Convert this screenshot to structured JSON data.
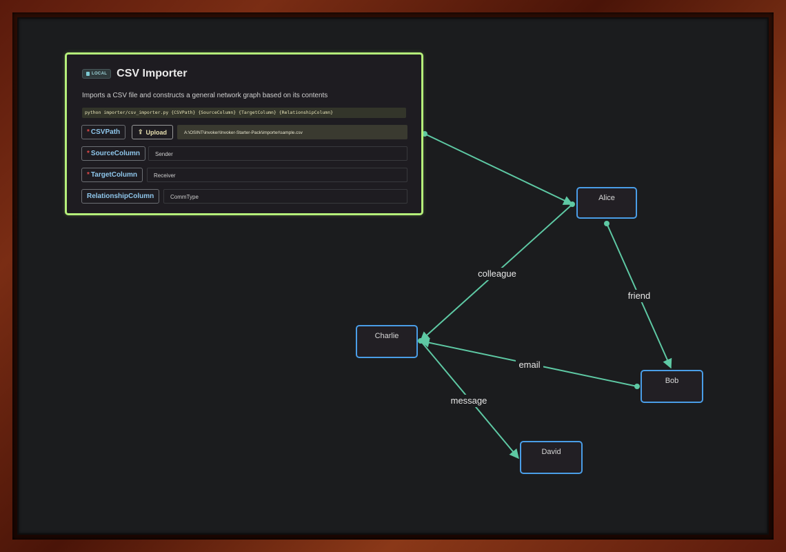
{
  "panel": {
    "badge": "LOCAL",
    "title": "CSV Importer",
    "description": "Imports a CSV file and constructs a general network graph based on its contents",
    "command": "python importer/csv_importer.py {CSVPath} {SourceColumn} {TargetColumn} {RelationshipColumn}",
    "upload_label": "Upload",
    "upload_icon": "upload-icon",
    "params": [
      {
        "label": "CSVPath",
        "required": "*",
        "value": "A:\\OSINT\\invoker\\Invoker-Starter-Pack\\importer\\sample.csv"
      },
      {
        "label": "SourceColumn",
        "required": "*",
        "value": "Sender"
      },
      {
        "label": "TargetColumn",
        "required": "*",
        "value": "Receiver"
      },
      {
        "label": "RelationshipColumn",
        "required": "",
        "value": "CommType"
      }
    ]
  },
  "graph": {
    "nodes": [
      "Alice",
      "Charlie",
      "Bob",
      "David"
    ],
    "edges": [
      {
        "from": "Alice",
        "to": "Charlie",
        "label": "colleague"
      },
      {
        "from": "Alice",
        "to": "Bob",
        "label": "friend"
      },
      {
        "from": "Bob",
        "to": "Charlie",
        "label": "email"
      },
      {
        "from": "Charlie",
        "to": "David",
        "label": "message"
      }
    ]
  },
  "colors": {
    "panel_border": "#b5f07a",
    "node_border": "#4a9ee8",
    "edge": "#5ec9a4",
    "canvas": "#1b1c1e"
  }
}
